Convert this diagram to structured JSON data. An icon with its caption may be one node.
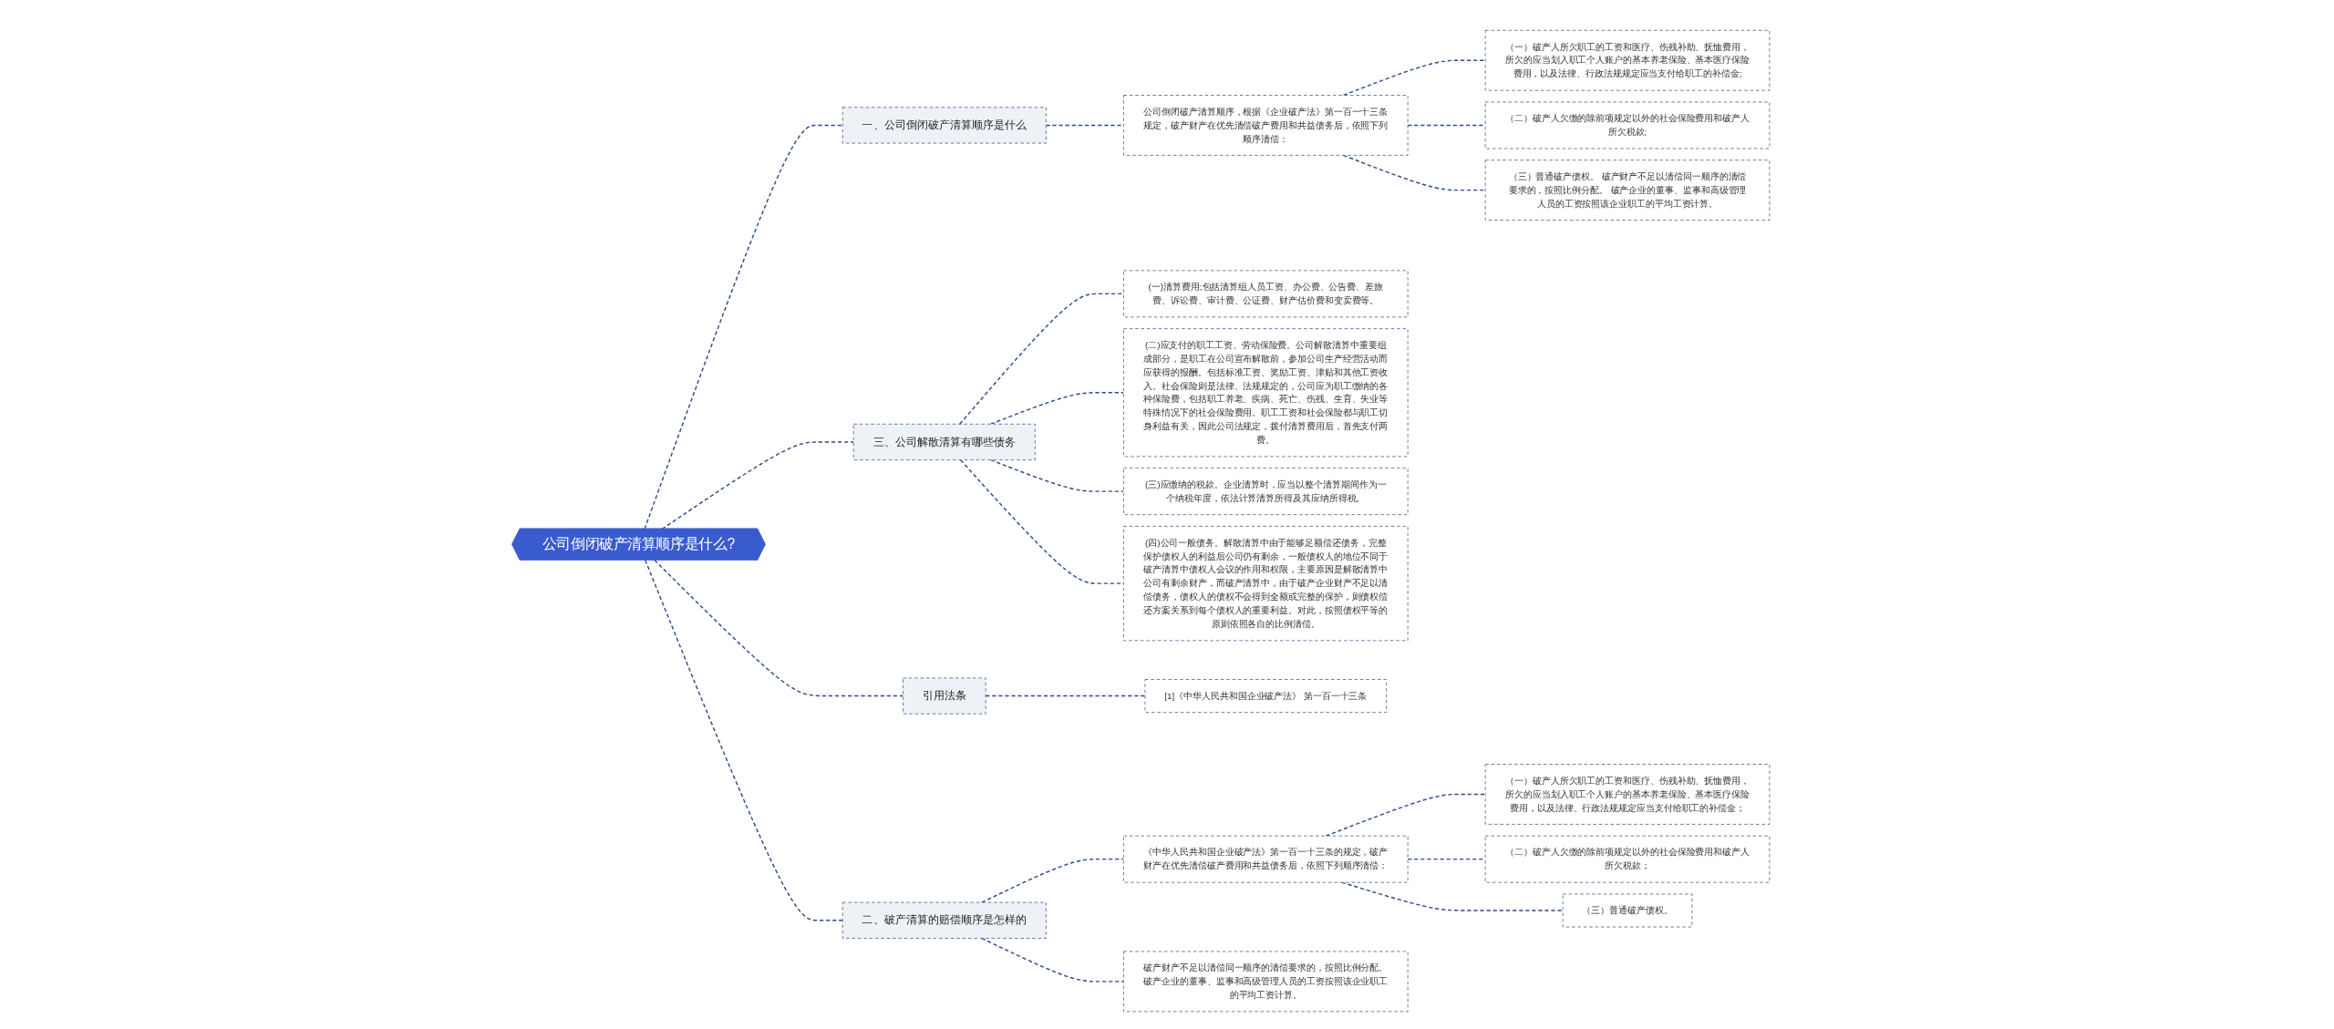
{
  "diagram": {
    "nodes": [
      {
        "text": [
          "公司倒闭破产清算顺序是什么?"
        ]
      },
      {
        "text": [
          "一、公司倒闭破产清算顺序是什么"
        ]
      },
      {
        "text": [
          "公司倒闭破产清算顺序，根据《企业破产法》第一百一十三条规定，破产财产在优先清偿破产费用和共益债务后，依照下列顺序清偿："
        ]
      },
      {
        "text": [
          "（一）破产人所欠职工的工资和医疗、伤残补助、抚恤费用，所欠的应当划入职工个人账户的基本养老保险、基本医疗保险费用，以及法律、行政法规规定应当支付给职工的补偿金;"
        ]
      },
      {
        "text": [
          "（二）破产人欠缴的除前项规定以外的社会保险费用和破产人所欠税款;"
        ]
      },
      {
        "text": [
          "（三）普通破产债权。 破产财产不足以清偿同一顺序的清偿要求的，按照比例分配。 破产企业的董事、监事和高级管理人员的工资按照该企业职工的平均工资计算。"
        ]
      },
      {
        "text": [
          "三、公司解散清算有哪些债务"
        ]
      },
      {
        "text": [
          "(一)清算费用;包括清算组人员工资、办公费、公告费、差旅费、诉讼费、审计费、公证费、财产估价费和变卖费等。"
        ]
      },
      {
        "text": [
          "(二)应支付的职工工资、劳动保险费。公司解散清算中重要组成部分，是职工在公司宣布解散前，参加公司生产经营活动而应获得的报酬。包括标准工资、奖励工资、津贴和其他工资收入。社会保险则是法律、法规规定的，公司应为职工缴纳的各种保险费，包括职工养老、疾病、死亡、伤残、生育、失业等特殊情况下的社会保险费用。职工工资和社会保险都与职工切身利益有关，因此公司法规定，拨付清算费用后，首先支付两费。"
        ]
      },
      {
        "text": [
          "(三)应缴纳的税款。企业清算时，应当以整个清算期间作为一个纳税年度，依法计算清算所得及其应纳所得税。"
        ]
      },
      {
        "text": [
          "(四)公司一般债务。解散清算中由于能够足额偿还债务，完整保护债权人的利益后公司仍有剩余，一般债权人的地位不同于破产清算中债权人会议的作用和权限，主要原因是解散清算中公司有剩余财产，而破产清算中，由于破产企业财产不足以清偿债务，债权人的债权不会得到全额或完整的保护，则债权偿还方案关系到每个债权人的重要利益。对此，按照债权平等的原则依照各自的比例清偿。"
        ]
      },
      {
        "text": [
          "二、破产清算的赔偿顺序是怎样的"
        ]
      },
      {
        "text": [
          "《中华人民共和国企业破产法》第一百一十三条的规定，破产财产在优先清偿破产费用和共益债务后，依照下列顺序清偿："
        ]
      },
      {
        "text": [
          "（一）破产人所欠职工的工资和医疗、伤残补助、抚恤费用，所欠的应当划入职工个人账户的基本养老保险、基本医疗保险费用，以及法律、行政法规规定应当支付给职工的补偿金；"
        ]
      },
      {
        "text": [
          "（二）破产人欠缴的除前项规定以外的社会保险费用和破产人所欠税款；"
        ]
      },
      {
        "text": [
          "（三）普通破产债权。"
        ]
      },
      {
        "text": [
          "破产财产不足以清偿同一顺序的清偿要求的，按照比例分配。破产企业的董事、监事和高级管理人员的工资按照该企业职工的平均工资计算。"
        ]
      },
      {
        "text": [
          "引用法条"
        ]
      },
      {
        "text": [
          "[1]《中华人民共和国企业破产法》 第一百一十三条"
        ]
      }
    ],
    "edges": [
      {
        "from": 0,
        "to": 1,
        "arrow": "none",
        "style": "dashed"
      },
      {
        "from": 1,
        "to": 2,
        "arrow": "none",
        "style": "dashed"
      },
      {
        "from": 2,
        "to": 3,
        "arrow": "none",
        "style": "dashed"
      },
      {
        "from": 2,
        "to": 4,
        "arrow": "none",
        "style": "dashed"
      },
      {
        "from": 2,
        "to": 5,
        "arrow": "none",
        "style": "dashed"
      },
      {
        "from": 0,
        "to": 6,
        "arrow": "none",
        "style": "dashed"
      },
      {
        "from": 6,
        "to": 7,
        "arrow": "none",
        "style": "dashed"
      },
      {
        "from": 6,
        "to": 8,
        "arrow": "none",
        "style": "dashed"
      },
      {
        "from": 6,
        "to": 9,
        "arrow": "none",
        "style": "dashed"
      },
      {
        "from": 6,
        "to": 10,
        "arrow": "none",
        "style": "dashed"
      },
      {
        "from": 0,
        "to": 11,
        "arrow": "none",
        "style": "dashed"
      },
      {
        "from": 11,
        "to": 12,
        "arrow": "none",
        "style": "dashed"
      },
      {
        "from": 12,
        "to": 13,
        "arrow": "none",
        "style": "dashed"
      },
      {
        "from": 12,
        "to": 14,
        "arrow": "none",
        "style": "dashed"
      },
      {
        "from": 12,
        "to": 15,
        "arrow": "none",
        "style": "dashed"
      },
      {
        "from": 11,
        "to": 16,
        "arrow": "none",
        "style": "dashed"
      },
      {
        "from": 0,
        "to": 17,
        "arrow": "none",
        "style": "dashed"
      },
      {
        "from": 17,
        "to": 18,
        "arrow": "none",
        "style": "dashed"
      }
    ]
  }
}
